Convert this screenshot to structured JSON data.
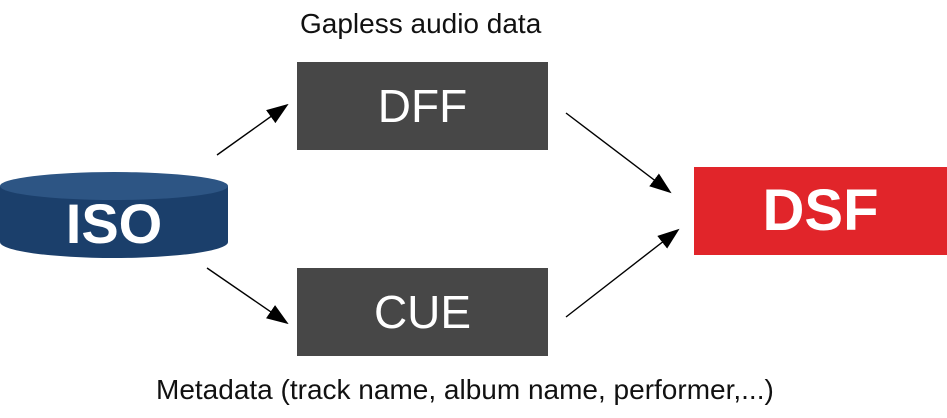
{
  "diagram": {
    "top_caption": "Gapless audio data",
    "bottom_caption": "Metadata (track name, album name, performer,...)",
    "nodes": {
      "iso": {
        "label": "ISO",
        "color": "#1b3f6b",
        "top_color": "#2d5584"
      },
      "dff": {
        "label": "DFF",
        "color": "#474747"
      },
      "cue": {
        "label": "CUE",
        "color": "#474747"
      },
      "dsf": {
        "label": "DSF",
        "color": "#e1252a"
      }
    },
    "edges": [
      {
        "from": "iso",
        "to": "dff"
      },
      {
        "from": "iso",
        "to": "cue"
      },
      {
        "from": "dff",
        "to": "dsf"
      },
      {
        "from": "cue",
        "to": "dsf"
      }
    ],
    "arrow_color": "#000000"
  }
}
